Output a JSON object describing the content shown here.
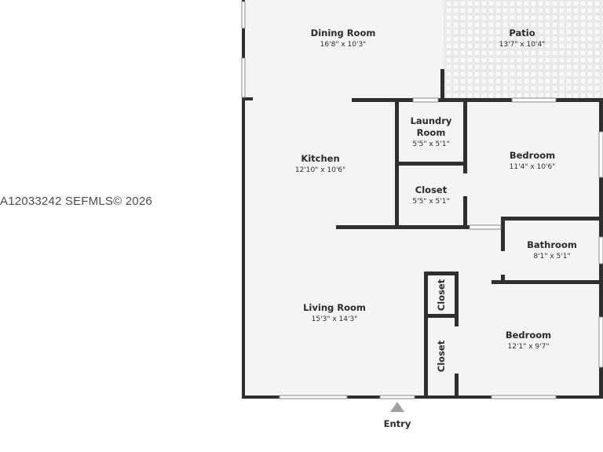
{
  "watermark": "A12033242  SEFMLS© 2026",
  "colors": {
    "floor": "#f4f4f4",
    "wall": "#2f2f2f",
    "patio": "#eeeeee",
    "window": "#ffffff",
    "entry_marker": "#a0a0a0"
  },
  "rooms": {
    "dining_room": {
      "name": "Dining Room",
      "dims": "16'8\" x 10'3\""
    },
    "patio": {
      "name": "Patio",
      "dims": "13'7\" x 10'4\""
    },
    "laundry_room": {
      "name_line1": "Laundry",
      "name_line2": "Room",
      "dims": "5'5\" x 5'1\""
    },
    "kitchen": {
      "name": "Kitchen",
      "dims": "12'10\" x 10'6\""
    },
    "bedroom_1": {
      "name": "Bedroom",
      "dims": "11'4\" x 10'6\""
    },
    "closet_1": {
      "name": "Closet",
      "dims": "5'5\" x 5'1\""
    },
    "bathroom": {
      "name": "Bathroom",
      "dims": "8'1\" x 5'1\""
    },
    "living_room": {
      "name": "Living Room",
      "dims": "15'3\" x 14'3\""
    },
    "closet_2": {
      "name": "Closet"
    },
    "closet_3": {
      "name": "Closet"
    },
    "bedroom_2": {
      "name": "Bedroom",
      "dims": "12'1\" x 9'7\""
    }
  },
  "entry": {
    "label": "Entry"
  },
  "icons": {
    "entry_marker": "triangle-up-icon",
    "patio_texture": "tile-pattern"
  }
}
